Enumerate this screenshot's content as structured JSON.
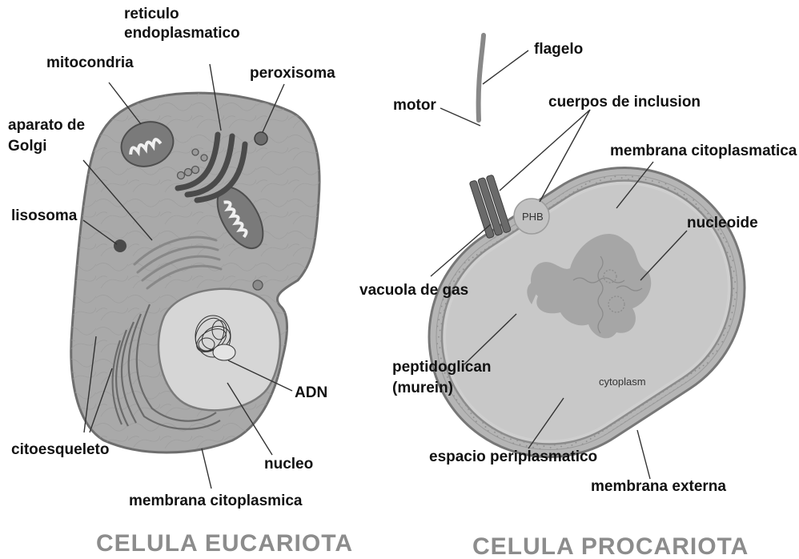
{
  "eukaryote": {
    "caption": "CELULA EUCARIOTA",
    "labels": {
      "reticulo_1": "reticulo",
      "reticulo_2": "endoplasmatico",
      "mitocondria": "mitocondria",
      "peroxisoma": "peroxisoma",
      "golgi_1": "aparato de",
      "golgi_2": "Golgi",
      "lisosoma": "lisosoma",
      "adn": "ADN",
      "citoesqueleto": "citoesqueleto",
      "nucleo": "nucleo",
      "membrana": "membrana citoplasmica"
    }
  },
  "prokaryote": {
    "caption": "CELULA PROCARIOTA",
    "labels": {
      "flagelo": "flagelo",
      "motor": "motor",
      "cuerpos": "cuerpos de inclusion",
      "membrana_cito": "membrana citoplasmatica",
      "nucleoide": "nucleoide",
      "phb": "PHB",
      "vacuola": "vacuola de gas",
      "peptido_1": "peptidoglican",
      "peptido_2": "(murein)",
      "cytoplasm": "cytoplasm",
      "espacio": "espacio periplasmatico",
      "membrana_ext": "membrana externa"
    }
  },
  "colors": {
    "cytoplasm": "#a9a9a9",
    "cell_edge": "#6e6e6e",
    "nucleus": "#d9d9d9",
    "organelle_dark": "#555555"
  }
}
